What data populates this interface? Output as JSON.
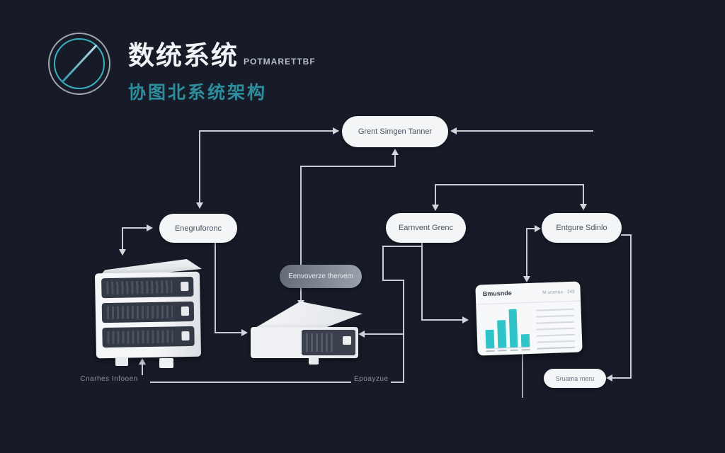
{
  "header": {
    "title": "数统系统",
    "title_suffix": "POTMARETTBF",
    "subtitle": "协图北系统架构"
  },
  "nodes": {
    "top_pill": "Grent Simgen Tanner",
    "left_pill": "Enegruforonc",
    "middle_pill": "Earnvent Grenc",
    "right_pill": "Entgure Sdinlo",
    "gray_pill": "Eenvoverze thervem",
    "bottom_right_pill": "Sruama meru"
  },
  "labels": {
    "bottom_left": "Cnarhes Infooen",
    "bottom_center": "Epoayzue"
  },
  "dashboard": {
    "title": "Bmusnde",
    "meta": "M unenua · 349",
    "chart": {
      "type": "bar",
      "values": [
        49,
        72,
        100,
        33
      ],
      "color": "#2fc4c9"
    }
  },
  "colors": {
    "background": "#161b27",
    "accent": "#2fc4c9",
    "subtitle_teal": "#2e8d9c",
    "connector": "#c7ccd3",
    "pill_bg": "#f4f5f7"
  }
}
